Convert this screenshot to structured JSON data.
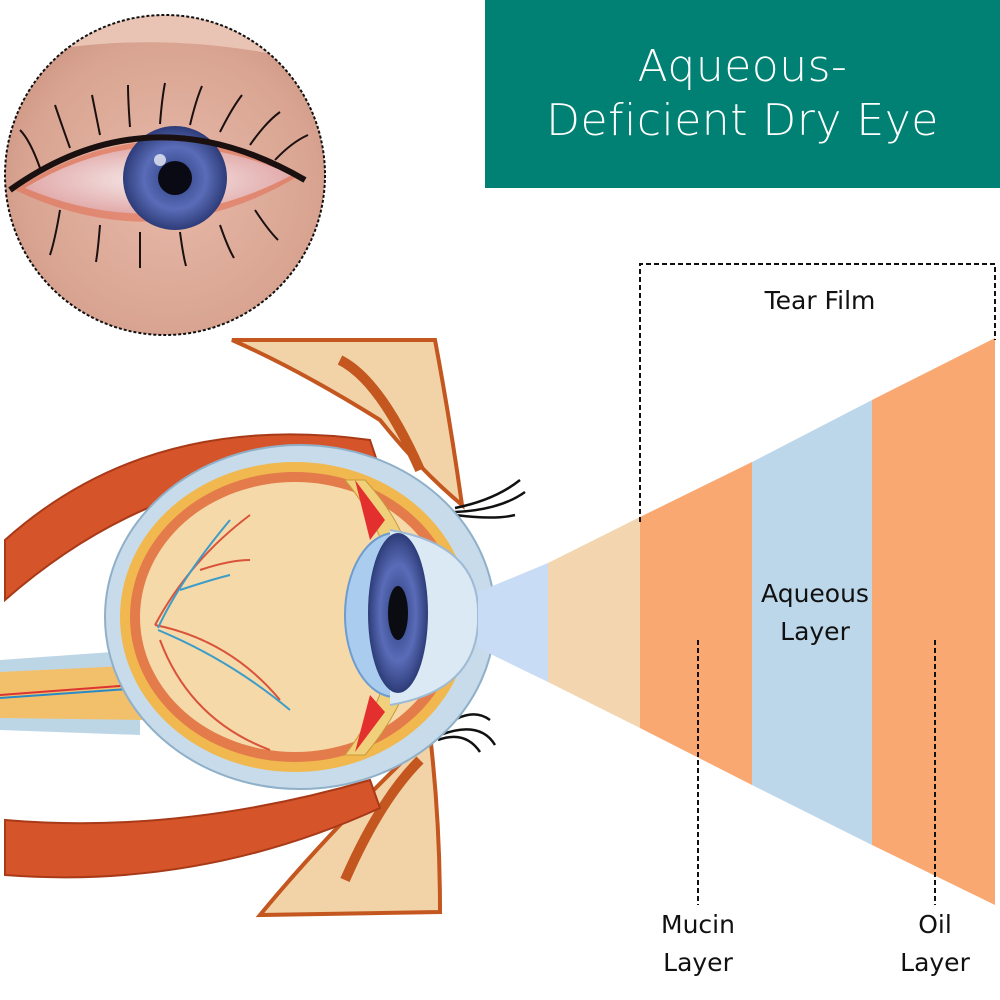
{
  "title": {
    "line1": "Aqueous-",
    "line2": "Deficient Dry Eye"
  },
  "labels": {
    "tear_film": "Tear Film",
    "aqueous_line1": "Aqueous",
    "aqueous_line2": "Layer",
    "mucin_line1": "Mucin",
    "mucin_line2": "Layer",
    "oil_line1": "Oil",
    "oil_line2": "Layer"
  },
  "colors": {
    "title_bg": "#008174",
    "orange_layer": "#f9a872",
    "aqueous_layer": "#bcd6ea",
    "peach_layer": "#f3d5b0",
    "light_blue": "#c9dcf5"
  }
}
